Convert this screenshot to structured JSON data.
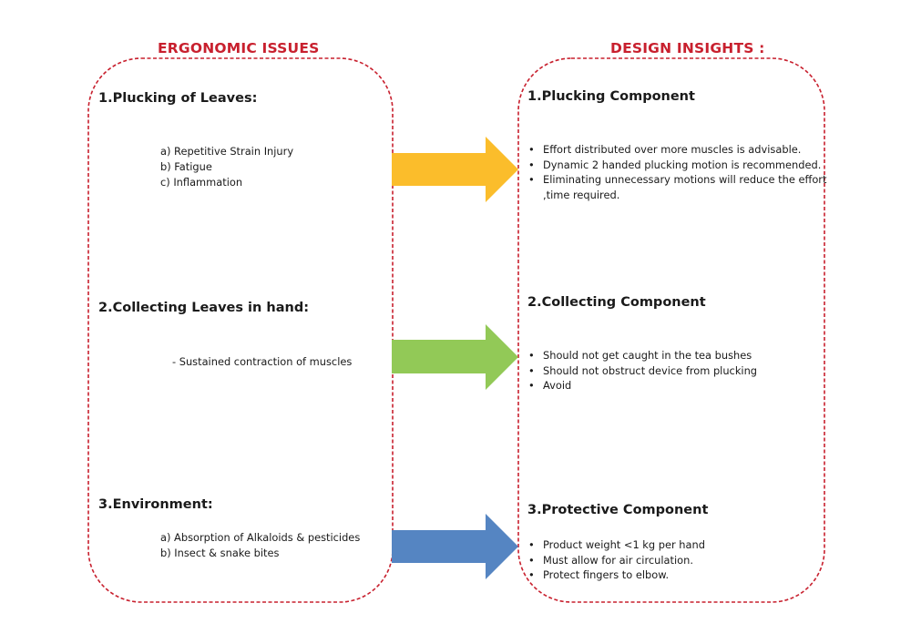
{
  "headings": {
    "left": "ERGONOMIC ISSUES",
    "right": "DESIGN INSIGHTS :"
  },
  "colors": {
    "heading": "#c8202e",
    "frame_border": "#c8202e",
    "arrow_1": "#fbbd2b",
    "arrow_2": "#92c957",
    "arrow_3": "#5585c2"
  },
  "ergonomic_issues": [
    {
      "title": "1.Plucking of Leaves:",
      "items": [
        "a) Repetitive Strain Injury",
        "b) Fatigue",
        "c) Inflammation"
      ]
    },
    {
      "title": "2.Collecting Leaves in hand:",
      "items": [
        "- Sustained contraction of muscles"
      ]
    },
    {
      "title": "3.Environment:",
      "items": [
        "a) Absorption of Alkaloids & pesticides",
        "b) Insect & snake bites"
      ]
    }
  ],
  "design_insights": [
    {
      "title": "1.Plucking Component",
      "bullets": [
        "Effort distributed over more muscles is advisable.",
        "Dynamic 2 handed plucking motion is recommended.",
        "Eliminating unnecessary motions will reduce the effort ,time required."
      ]
    },
    {
      "title": "2.Collecting Component",
      "bullets": [
        "Should not get caught in the tea bushes",
        "Should not obstruct device from plucking",
        "Avoid"
      ]
    },
    {
      "title": "3.Protective Component",
      "bullets": [
        "Product weight <1 kg per hand",
        "Must allow for air circulation.",
        "Protect fingers to elbow."
      ]
    }
  ],
  "bullet_glyph": "•"
}
